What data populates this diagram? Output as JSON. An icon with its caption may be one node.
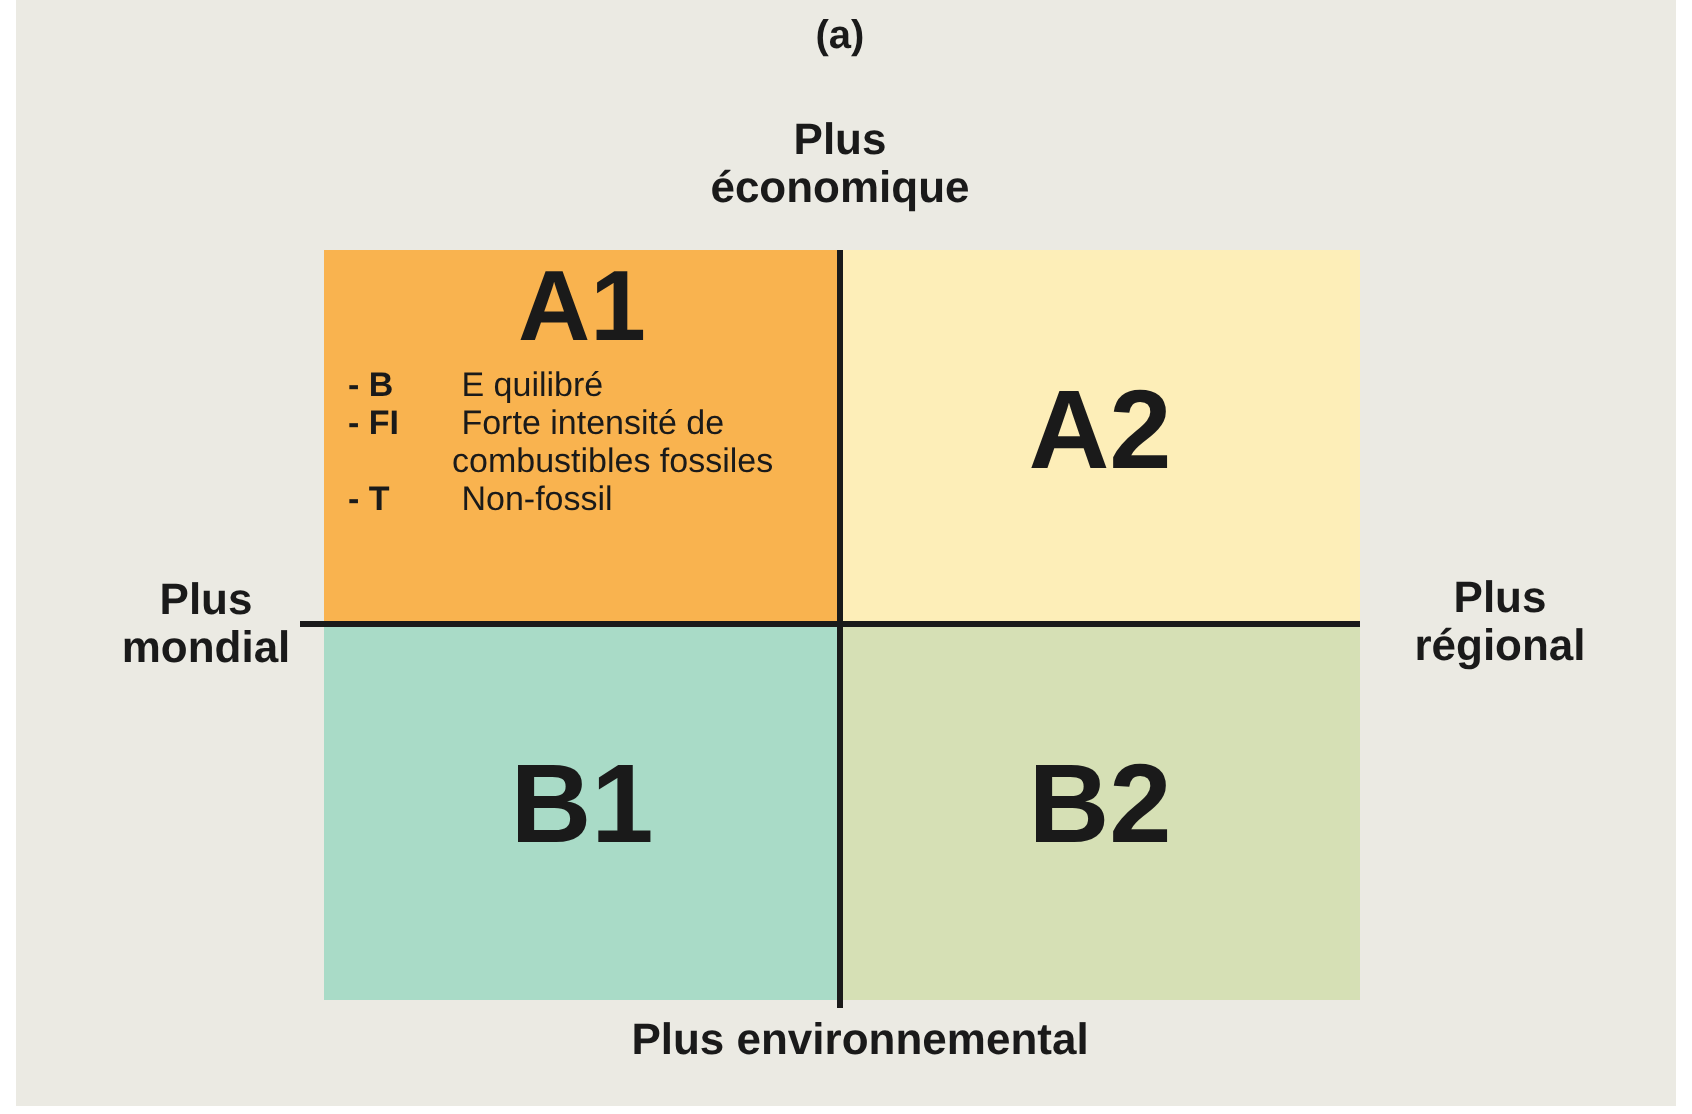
{
  "diagram": {
    "title": "(a)",
    "nodes": [
      {
        "text": [
          "A1",
          "**- B** E quilibré",
          "**- FI** Forte intensité de combustibles fossiles",
          "**- T** Non-fossil"
        ]
      },
      {
        "text": [
          "A2"
        ]
      },
      {
        "text": [
          "B1"
        ]
      },
      {
        "text": [
          "B2"
        ]
      }
    ],
    "labels": [
      "Plus économique",
      "Plus mondial",
      "Plus régional",
      "Plus environnemental"
    ]
  }
}
